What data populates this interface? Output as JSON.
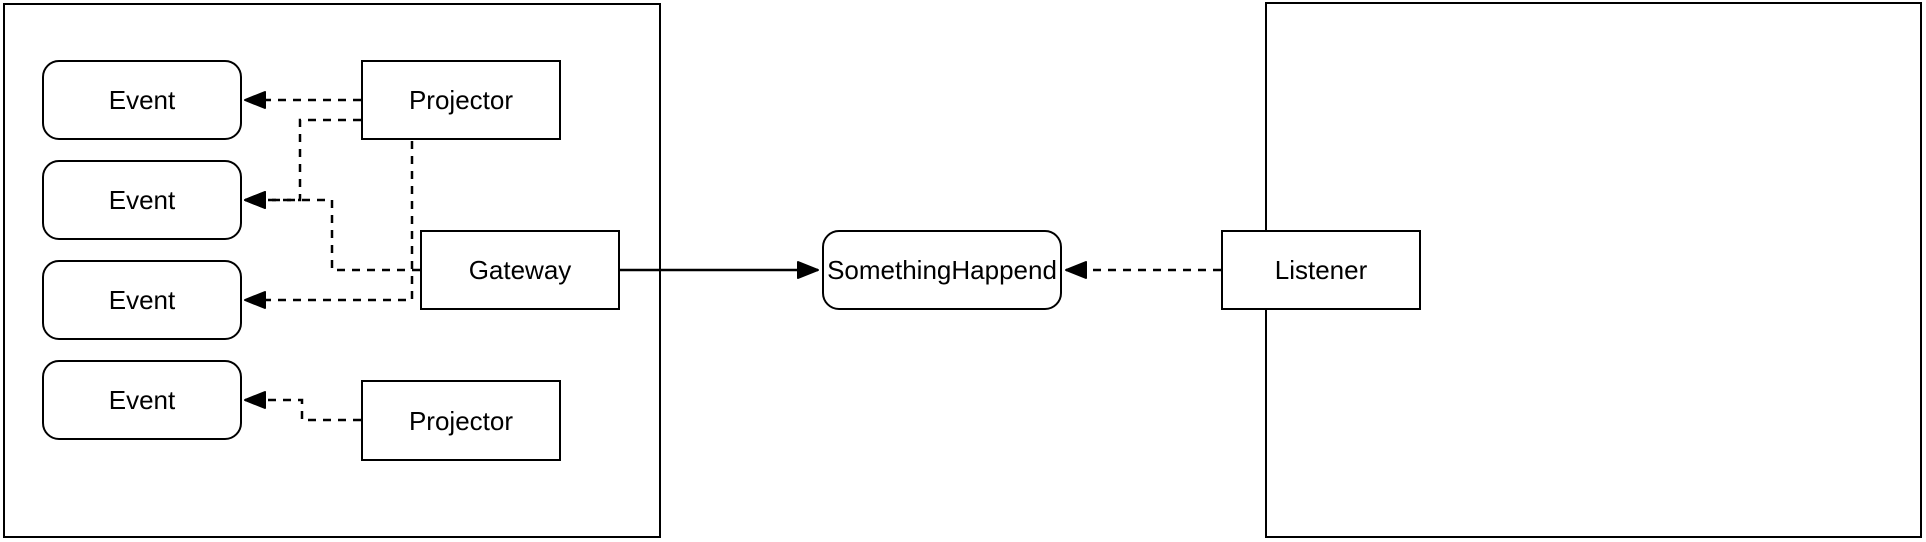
{
  "diagram": {
    "colors": {
      "stroke": "#000000",
      "node_fill": "#ffffff",
      "background": "#ffffff"
    },
    "containers": [
      {
        "id": "left-boundary",
        "label": ""
      },
      {
        "id": "right-boundary",
        "label": ""
      }
    ],
    "nodes": {
      "event_1": {
        "label": "Event",
        "shape": "rounded-rect"
      },
      "event_2": {
        "label": "Event",
        "shape": "rounded-rect"
      },
      "event_3": {
        "label": "Event",
        "shape": "rounded-rect"
      },
      "event_4": {
        "label": "Event",
        "shape": "rounded-rect"
      },
      "projector_top": {
        "label": "Projector",
        "shape": "rect"
      },
      "projector_bottom": {
        "label": "Projector",
        "shape": "rect"
      },
      "gateway": {
        "label": "Gateway",
        "shape": "rect"
      },
      "something_happend": {
        "label": "SomethingHappend",
        "shape": "rounded-rect"
      },
      "listener": {
        "label": "Listener",
        "shape": "rect"
      }
    },
    "edges": [
      {
        "from": "projector_top",
        "to": "event_1",
        "style": "dashed",
        "arrow": "target"
      },
      {
        "from": "projector_top",
        "to": "event_2",
        "style": "dashed",
        "arrow": "target"
      },
      {
        "from": "projector_top",
        "to": "event_3",
        "style": "dashed",
        "arrow": "target"
      },
      {
        "from": "gateway",
        "to": "event_2",
        "style": "dashed",
        "arrow": "target"
      },
      {
        "from": "projector_bottom",
        "to": "event_4",
        "style": "dashed",
        "arrow": "target"
      },
      {
        "from": "gateway",
        "to": "something_happend",
        "style": "solid",
        "arrow": "target"
      },
      {
        "from": "listener",
        "to": "something_happend",
        "style": "dashed",
        "arrow": "target"
      }
    ]
  }
}
